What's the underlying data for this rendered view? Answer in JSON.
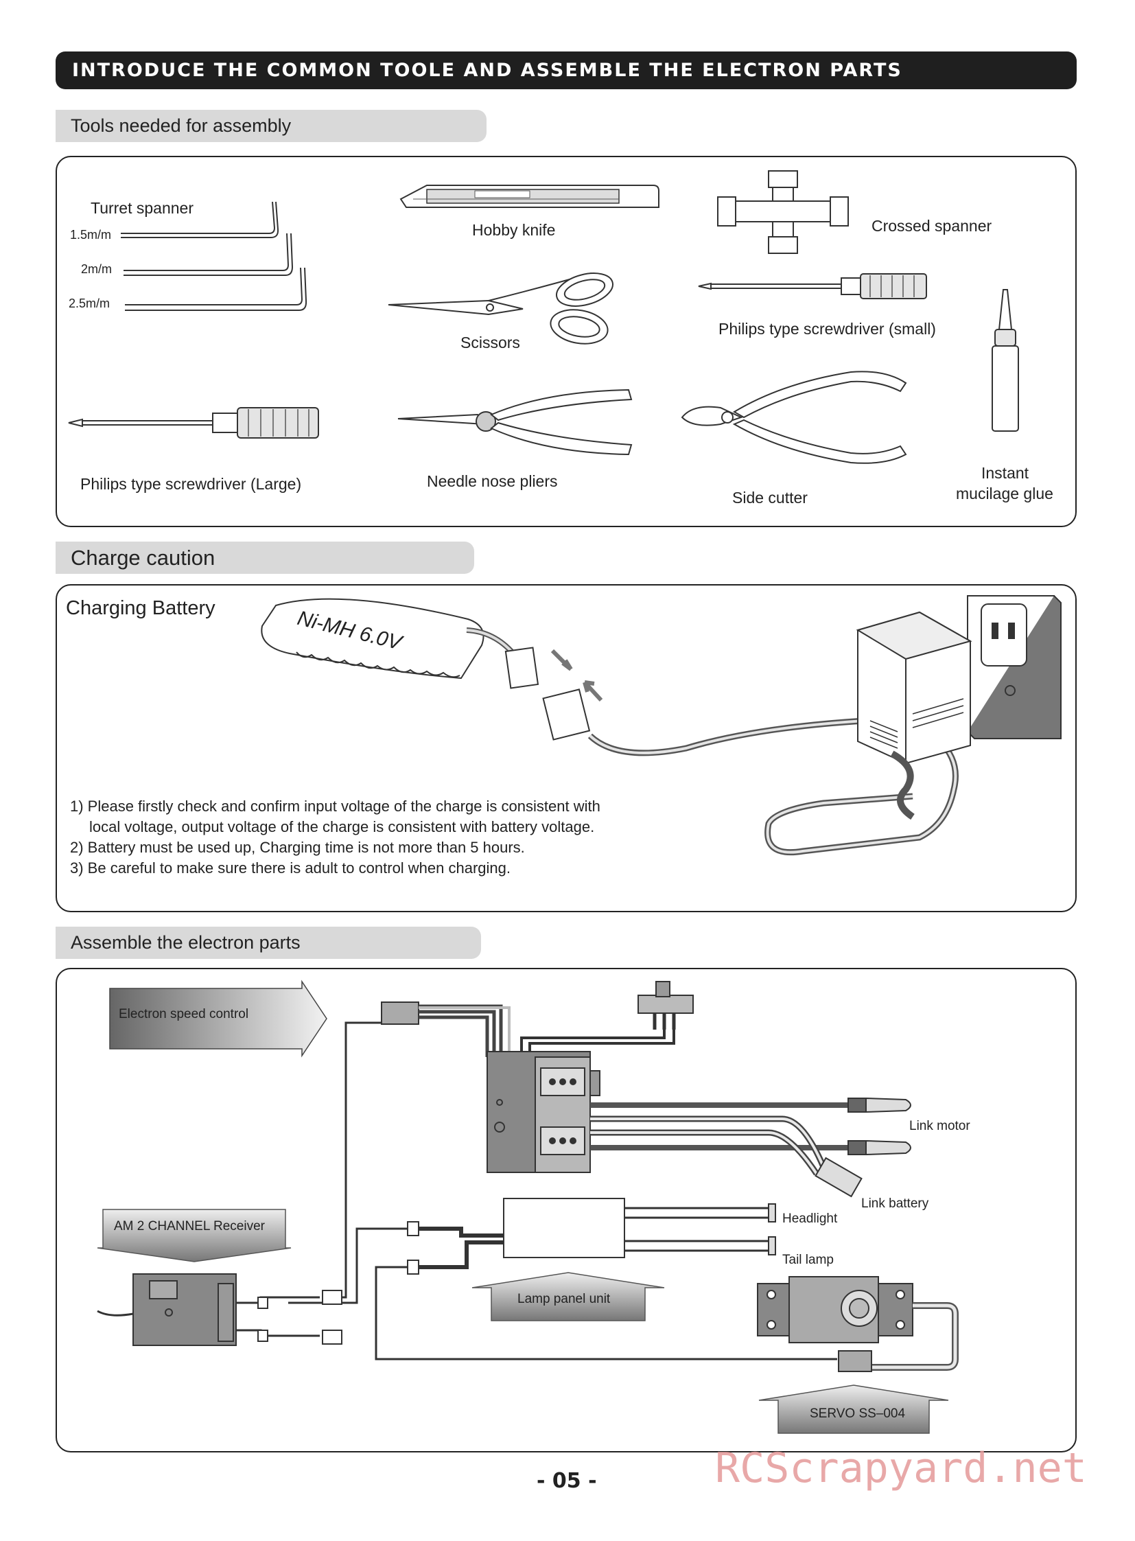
{
  "header": {
    "title": "INTRODUCE THE COMMON TOOLE AND ASSEMBLE THE ELECTRON PARTS"
  },
  "tools": {
    "section_title": "Tools needed for assembly",
    "turret_spanner": "Turret spanner",
    "sizes": [
      "1.5m/m",
      "2m/m",
      "2.5m/m"
    ],
    "hobby_knife": "Hobby knife",
    "crossed_spanner": "Crossed spanner",
    "scissors": "Scissors",
    "phillips_small": "Philips type screwdriver (small)",
    "phillips_large": "Philips type screwdriver (Large)",
    "needle_nose": "Needle nose pliers",
    "side_cutter": "Side cutter",
    "glue_line1": "Instant",
    "glue_line2": "mucilage glue"
  },
  "charge": {
    "section_title": "Charge caution",
    "panel_title": "Charging Battery",
    "battery_label": "Ni-MH 6.0V",
    "notes": [
      "1) Please firstly check and confirm input voltage of the charge is consistent with",
      "local voltage, output voltage of the charge is consistent with battery voltage.",
      "2) Battery must be used up, Charging time is not more than 5 hours.",
      "3) Be careful to make sure there is adult to control when charging."
    ]
  },
  "electron": {
    "section_title": "Assemble the electron parts",
    "esc": "Electron speed control",
    "link_motor": "Link motor",
    "link_battery": "Link battery",
    "headlight": "Headlight",
    "tail_lamp": "Tail lamp",
    "receiver": "AM 2 CHANNEL Receiver",
    "lamp_panel": "Lamp panel unit",
    "servo": "SERVO SS–004"
  },
  "footer": {
    "page_number": "- 05 -",
    "watermark": "RCScrapyard.net"
  }
}
